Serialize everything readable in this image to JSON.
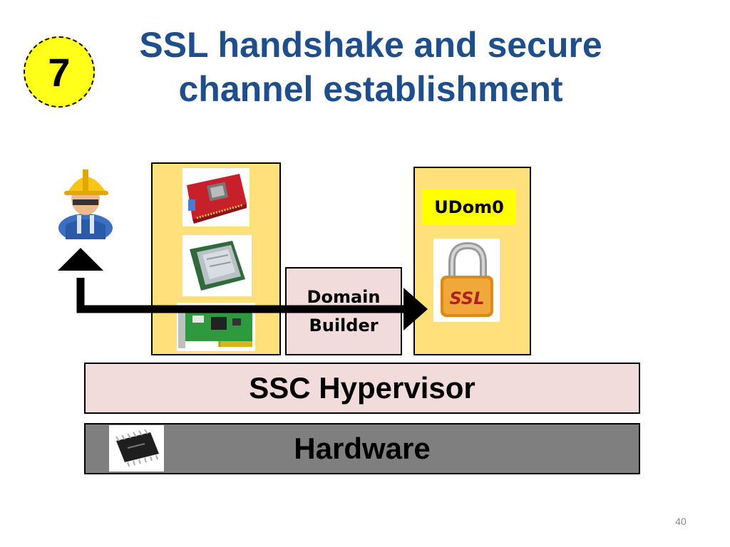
{
  "slide": {
    "step_number": "7",
    "title_line1": "SSL handshake and secure",
    "title_line2": "channel establishment",
    "page_number": "40"
  },
  "diagram": {
    "domain_builder_line1": "Domain",
    "domain_builder_line2": "Builder",
    "udom0_label": "UDom0",
    "hypervisor_label": "SSC Hypervisor",
    "hardware_label": "Hardware",
    "ssl_lock_text": "SSL"
  },
  "colors": {
    "title": "#1f4e8c",
    "badge": "#ffff1a",
    "domain_fill": "#ffe07a",
    "builder_fill": "#f2dcdb",
    "hardware_fill": "#7f7f7f",
    "label_highlight": "#ffff00"
  },
  "icons": [
    "worker-user-icon",
    "graphics-card-icon",
    "cpu-chip-icon",
    "network-card-icon",
    "ssl-padlock-icon",
    "hardware-chip-icon",
    "bidirectional-arrow-icon"
  ]
}
